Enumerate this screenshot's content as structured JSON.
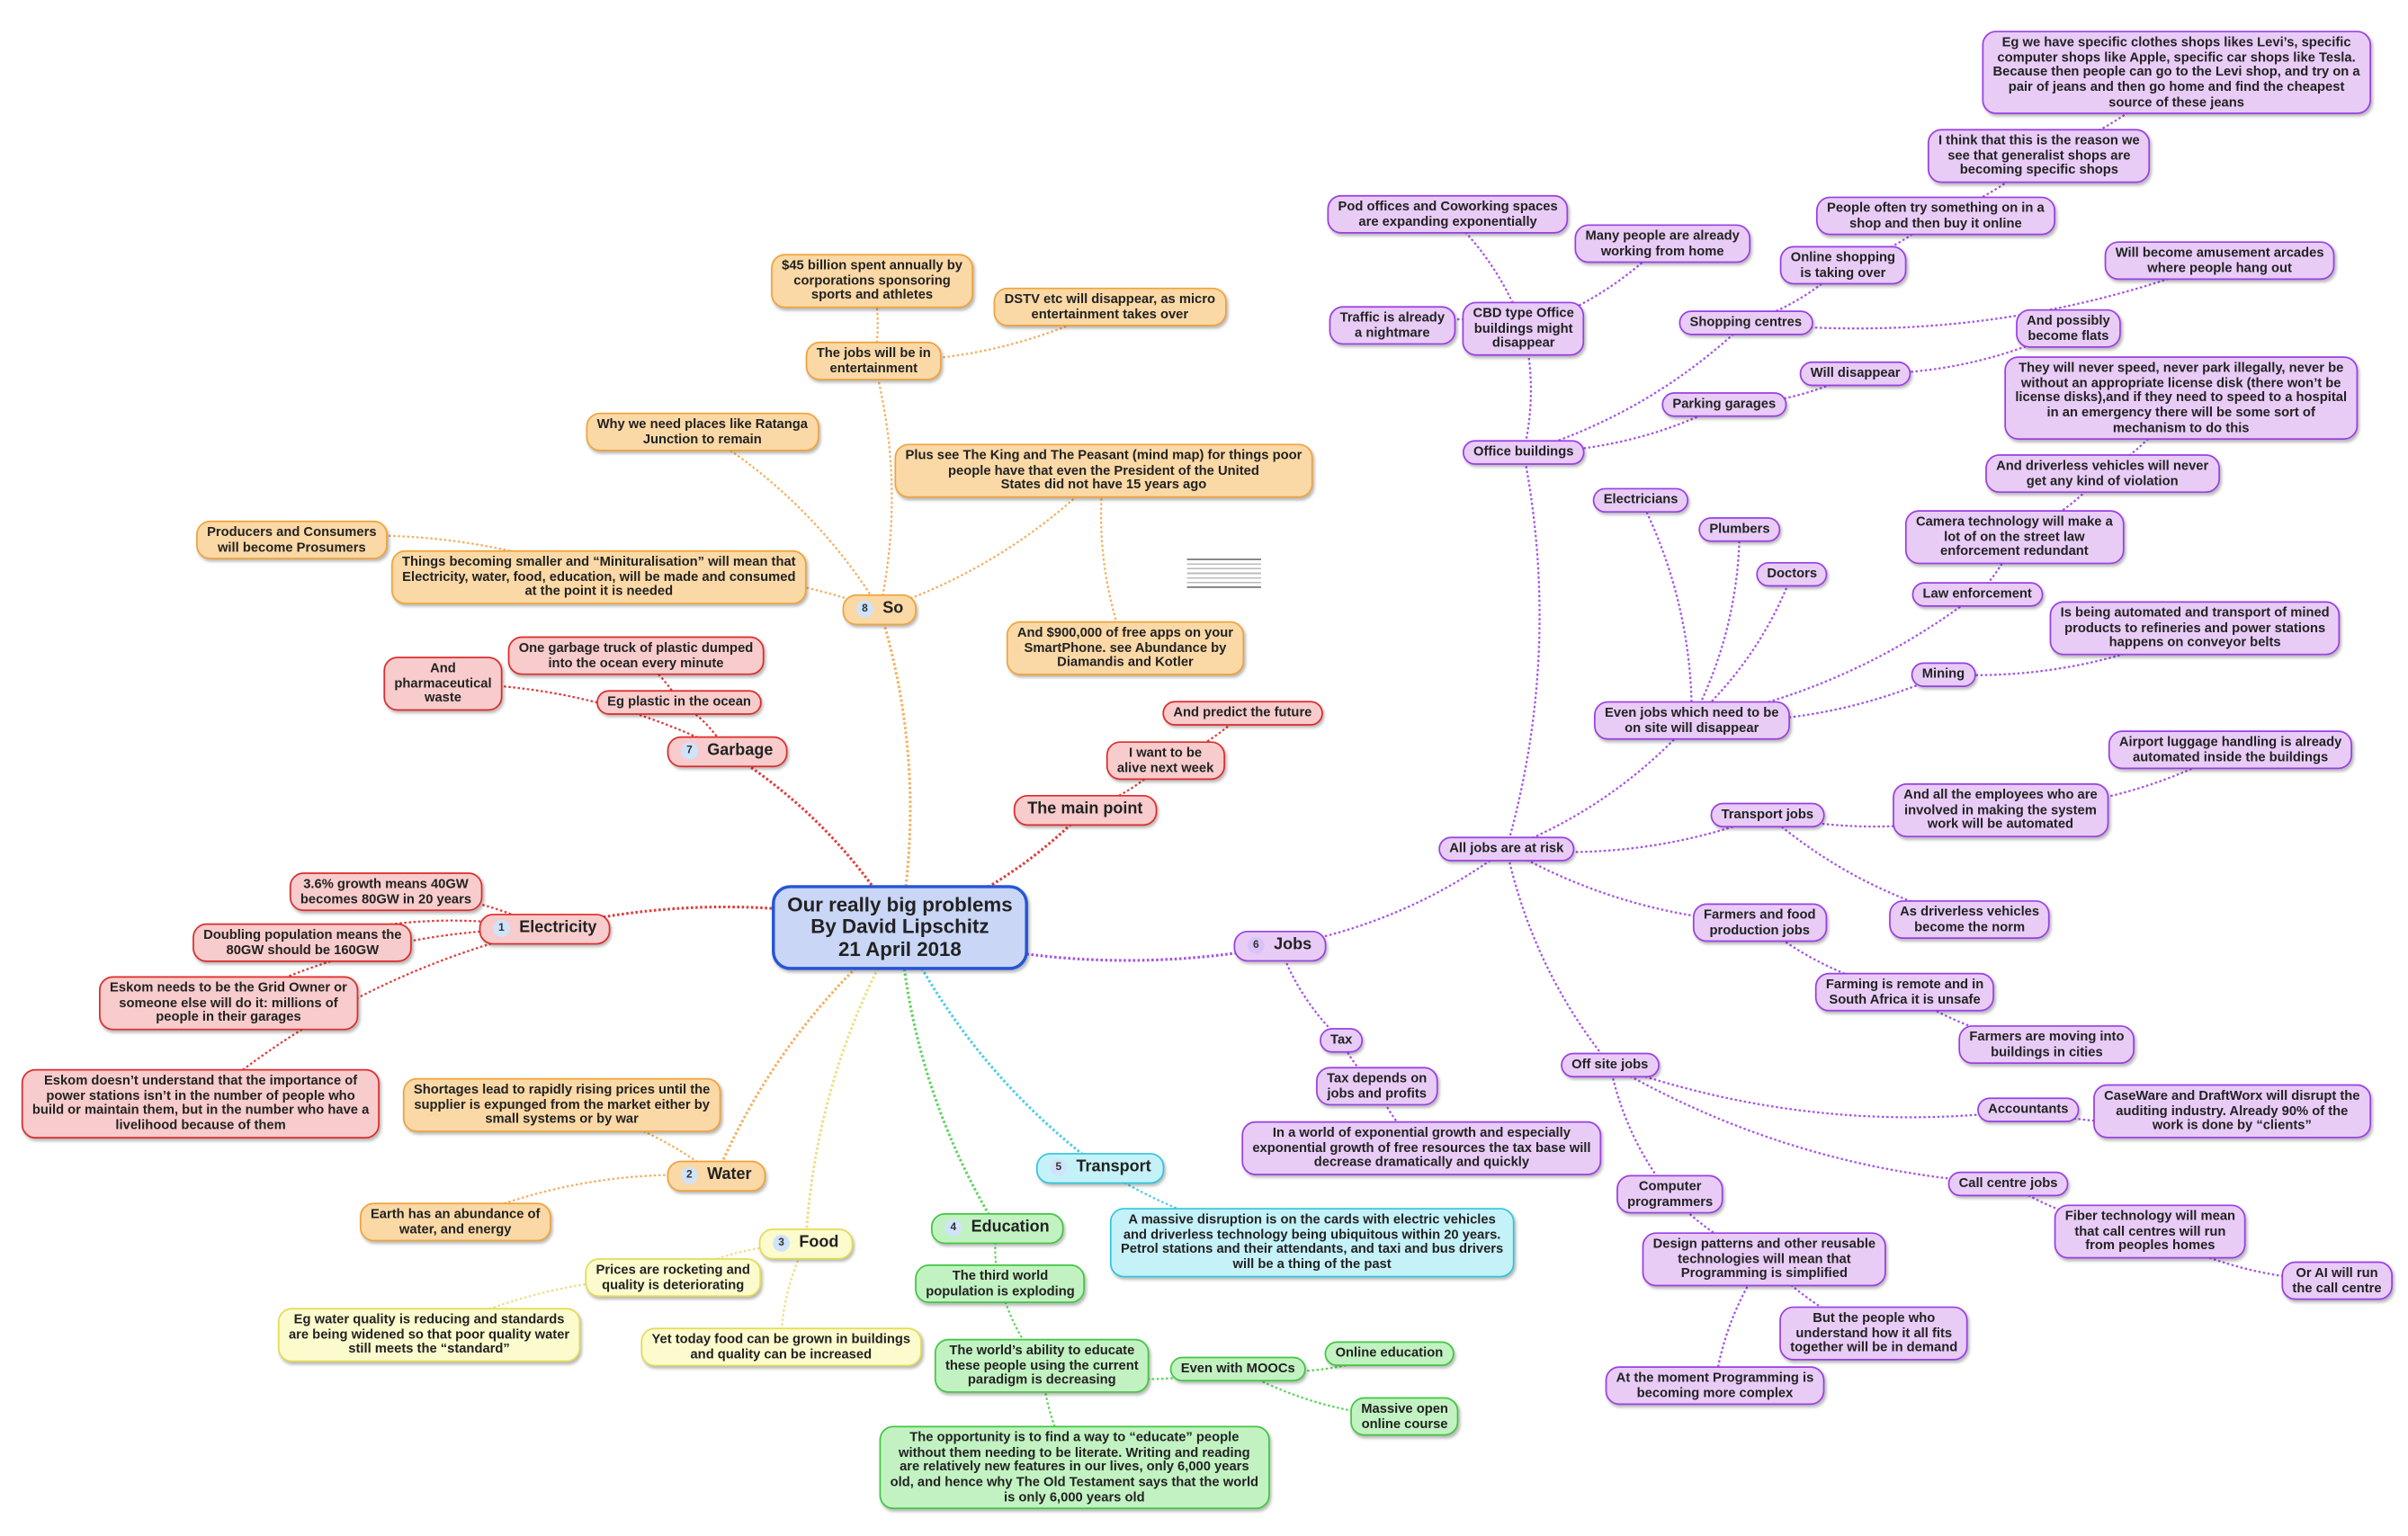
{
  "colors": {
    "purple": {
      "fill": "#e8ccf6",
      "stroke": "#9b3ee6",
      "line": "#a552e8"
    },
    "red": {
      "fill": "#f8cccc",
      "stroke": "#df2a2a",
      "line": "#e23a3a"
    },
    "orange": {
      "fill": "#fbd9a6",
      "stroke": "#f0a33b",
      "line": "#f2b060"
    },
    "yellow": {
      "fill": "#fcfbcd",
      "stroke": "#e3dc55",
      "line": "#ecdf86"
    },
    "green": {
      "fill": "#c2f2c2",
      "stroke": "#43c643",
      "line": "#5ed35e"
    },
    "cyan": {
      "fill": "#c5f2f8",
      "stroke": "#2ec6df",
      "line": "#48cee6"
    },
    "center": {
      "fill": "#c9d6f6",
      "stroke": "#2455d6"
    }
  },
  "nodes": [
    {
      "id": "center",
      "text": "Our really big problems\nBy David Lipschitz\n21 April 2018",
      "color": "center",
      "type": "center"
    },
    {
      "id": "jobs",
      "text": "Jobs",
      "color": "purple",
      "type": "main",
      "num": "6",
      "parent": "center"
    },
    {
      "id": "all_jobs",
      "text": "All jobs are at risk",
      "color": "purple",
      "parent": "jobs"
    },
    {
      "id": "office",
      "text": "Office buildings",
      "color": "purple",
      "parent": "all_jobs"
    },
    {
      "id": "cbd",
      "text": "CBD type Office\nbuildings might\ndisappear",
      "color": "purple",
      "parent": "office"
    },
    {
      "id": "pod",
      "text": "Pod offices and Coworking spaces\nare expanding exponentially",
      "color": "purple",
      "parent": "cbd"
    },
    {
      "id": "traffic",
      "text": "Traffic is already\na nightmare",
      "color": "purple",
      "parent": "cbd"
    },
    {
      "id": "homework",
      "text": "Many people are already\nworking from home",
      "color": "purple",
      "parent": "cbd"
    },
    {
      "id": "shopping",
      "text": "Shopping centres",
      "color": "purple",
      "parent": "office"
    },
    {
      "id": "online_shop",
      "text": "Online shopping\nis taking over",
      "color": "purple",
      "parent": "shopping"
    },
    {
      "id": "try_shop",
      "text": "People often try something on in a\nshop and then buy it online",
      "color": "purple",
      "parent": "online_shop"
    },
    {
      "id": "specific",
      "text": "I think that this is the reason we\nsee that generalist shops are\nbecoming specific shops",
      "color": "purple",
      "parent": "try_shop"
    },
    {
      "id": "levis",
      "text": "Eg we have specific clothes shops likes Levi’s, specific\ncomputer shops like Apple, specific car shops like Tesla.\nBecause then people can go to the Levi shop, and try on a\npair of jeans and then go home and find the cheapest\nsource of these jeans",
      "color": "purple",
      "parent": "specific"
    },
    {
      "id": "arcades",
      "text": "Will become amusement arcades\nwhere people hang out",
      "color": "purple",
      "parent": "shopping"
    },
    {
      "id": "parking",
      "text": "Parking garages",
      "color": "purple",
      "parent": "office"
    },
    {
      "id": "will_dis",
      "text": "Will disappear",
      "color": "purple",
      "parent": "parking"
    },
    {
      "id": "flats",
      "text": "And possibly\nbecome flats",
      "color": "purple",
      "parent": "will_dis"
    },
    {
      "id": "onsite",
      "text": "Even jobs which need to be\non site will disappear",
      "color": "purple",
      "parent": "all_jobs"
    },
    {
      "id": "electricians",
      "text": "Electricians",
      "color": "purple",
      "parent": "onsite"
    },
    {
      "id": "plumbers",
      "text": "Plumbers",
      "color": "purple",
      "parent": "onsite"
    },
    {
      "id": "doctors",
      "text": "Doctors",
      "color": "purple",
      "parent": "onsite"
    },
    {
      "id": "law",
      "text": "Law enforcement",
      "color": "purple",
      "parent": "onsite"
    },
    {
      "id": "camera",
      "text": "Camera technology will make a\nlot of on the street law\nenforcement redundant",
      "color": "purple",
      "parent": "law"
    },
    {
      "id": "driverless_v",
      "text": "And driverless vehicles will never\nget any kind of violation",
      "color": "purple",
      "parent": "camera"
    },
    {
      "id": "never_speed",
      "text": "They will never speed, never park illegally, never be\nwithout an appropriate license disk (there won’t be\nlicense disks),and if they need to speed to a hospital\nin an emergency there will be some sort of\nmechanism to do this",
      "color": "purple",
      "parent": "driverless_v"
    },
    {
      "id": "mining",
      "text": "Mining",
      "color": "purple",
      "parent": "onsite"
    },
    {
      "id": "mined",
      "text": "Is being automated and transport of mined\nproducts to refineries and power stations\nhappens on conveyor belts",
      "color": "purple",
      "parent": "mining"
    },
    {
      "id": "transport_jobs",
      "text": "Transport jobs",
      "color": "purple",
      "parent": "all_jobs"
    },
    {
      "id": "employees",
      "text": "And all the employees who are\ninvolved in making the system\nwork will be automated",
      "color": "purple",
      "parent": "transport_jobs"
    },
    {
      "id": "luggage",
      "text": "Airport luggage handling is already\nautomated inside the buildings",
      "color": "purple",
      "parent": "employees"
    },
    {
      "id": "norm",
      "text": "As driverless vehicles\nbecome the norm",
      "color": "purple",
      "parent": "transport_jobs"
    },
    {
      "id": "farmers",
      "text": "Farmers and food\nproduction jobs",
      "color": "purple",
      "parent": "all_jobs"
    },
    {
      "id": "farming_remote",
      "text": "Farming is remote and in\nSouth Africa it is unsafe",
      "color": "purple",
      "parent": "farmers"
    },
    {
      "id": "farmers_move",
      "text": "Farmers are moving into\nbuildings in cities",
      "color": "purple",
      "parent": "farming_remote"
    },
    {
      "id": "offsite",
      "text": "Off site jobs",
      "color": "purple",
      "parent": "all_jobs"
    },
    {
      "id": "accountants",
      "text": "Accountants",
      "color": "purple",
      "parent": "offsite"
    },
    {
      "id": "caseware",
      "text": "CaseWare and DraftWorx will disrupt the\nauditing industry. Already 90% of the\nwork is done by “clients”",
      "color": "purple",
      "parent": "accountants"
    },
    {
      "id": "callcentre",
      "text": "Call centre jobs",
      "color": "purple",
      "parent": "offsite"
    },
    {
      "id": "fiber",
      "text": "Fiber technology will mean\nthat call centres will run\nfrom peoples homes",
      "color": "purple",
      "parent": "callcentre"
    },
    {
      "id": "ai",
      "text": "Or AI will run\nthe call centre",
      "color": "purple",
      "parent": "fiber"
    },
    {
      "id": "programmers",
      "text": "Computer\nprogrammers",
      "color": "purple",
      "parent": "offsite"
    },
    {
      "id": "patterns",
      "text": "Design patterns and other reusable\ntechnologies will mean that\nProgramming is simplified",
      "color": "purple",
      "parent": "programmers"
    },
    {
      "id": "understand",
      "text": "But the people who\nunderstand how it all fits\ntogether will be in demand",
      "color": "purple",
      "parent": "patterns"
    },
    {
      "id": "complex",
      "text": "At the moment Programming is\nbecoming more complex",
      "color": "purple",
      "parent": "patterns"
    },
    {
      "id": "tax",
      "text": "Tax",
      "color": "purple",
      "parent": "jobs"
    },
    {
      "id": "tax_dep",
      "text": "Tax depends on\njobs and profits",
      "color": "purple",
      "parent": "tax"
    },
    {
      "id": "tax_world",
      "text": "In a world of exponential growth and especially\nexponential growth of free resources the tax base will\ndecrease dramatically and quickly",
      "color": "purple",
      "parent": "tax_dep"
    },
    {
      "id": "mainpoint",
      "text": "The main point",
      "color": "red",
      "type": "main",
      "parent": "center"
    },
    {
      "id": "alive",
      "text": "I want to be\nalive next week",
      "color": "red",
      "parent": "mainpoint"
    },
    {
      "id": "predict",
      "text": "And predict the future",
      "color": "red",
      "parent": "alive"
    },
    {
      "id": "garbage",
      "text": "Garbage",
      "color": "red",
      "type": "main",
      "num": "7",
      "parent": "center"
    },
    {
      "id": "plastic",
      "text": "Eg plastic in the ocean",
      "color": "red",
      "parent": "garbage"
    },
    {
      "id": "truck",
      "text": "One garbage truck of plastic dumped\ninto the ocean every minute",
      "color": "red",
      "parent": "plastic"
    },
    {
      "id": "pharma",
      "text": "And\npharmaceutical\nwaste",
      "color": "red",
      "parent": "garbage"
    },
    {
      "id": "electricity",
      "text": "Electricity",
      "color": "red",
      "type": "main",
      "num": "1",
      "parent": "center"
    },
    {
      "id": "growth",
      "text": "3.6% growth means 40GW\nbecomes 80GW in 20 years",
      "color": "red",
      "parent": "electricity"
    },
    {
      "id": "doubling",
      "text": "Doubling population means the\n80GW should be 160GW",
      "color": "red",
      "parent": "electricity"
    },
    {
      "id": "eskom_owner",
      "text": "Eskom needs to be the Grid Owner or\nsomeone else will do it: millions of\npeople in their garages",
      "color": "red",
      "parent": "electricity"
    },
    {
      "id": "eskom_understand",
      "text": "Eskom doesn’t understand that the importance of\npower stations isn’t in the number of people who\nbuild or maintain them, but in the number who have a\nlivelihood because of them",
      "color": "red",
      "parent": "electricity"
    },
    {
      "id": "so",
      "text": "So",
      "color": "orange",
      "type": "main",
      "num": "8",
      "parent": "center"
    },
    {
      "id": "ent",
      "text": "The jobs will be in\nentertainment",
      "color": "orange",
      "parent": "so"
    },
    {
      "id": "billion",
      "text": "$45 billion spent annually by\ncorporations sponsoring\nsports and athletes",
      "color": "orange",
      "parent": "ent"
    },
    {
      "id": "dstv",
      "text": "DSTV etc will disappear, as micro\nentertainment takes over",
      "color": "orange",
      "parent": "ent"
    },
    {
      "id": "ratanga",
      "text": "Why we need places like Ratanga\nJunction to remain",
      "color": "orange",
      "parent": "so"
    },
    {
      "id": "king",
      "text": "Plus see The King and The Peasant (mind map) for things poor\npeople have that even the President of the United\nStates did not have 15 years ago",
      "color": "orange",
      "parent": "so"
    },
    {
      "id": "apps",
      "text": "And $900,000 of free apps on your\nSmartPhone. see Abundance by\nDiamandis and Kotler",
      "color": "orange",
      "parent": "king"
    },
    {
      "id": "mini",
      "text": "Things becoming smaller and “Minituralisation” will mean that\nElectricity, water, food, education, will be made and consumed\nat the point it is needed",
      "color": "orange",
      "parent": "so"
    },
    {
      "id": "prosumers",
      "text": "Producers and Consumers\nwill become Prosumers",
      "color": "orange",
      "parent": "mini"
    },
    {
      "id": "water",
      "text": "Water",
      "color": "orange",
      "type": "main",
      "num": "2",
      "parent": "center"
    },
    {
      "id": "shortages",
      "text": "Shortages lead to rapidly rising prices until the\nsupplier is expunged from the market either by\nsmall systems or by war",
      "color": "orange",
      "parent": "water"
    },
    {
      "id": "earth",
      "text": "Earth has an abundance of\nwater, and energy",
      "color": "orange",
      "parent": "water"
    },
    {
      "id": "food",
      "text": "Food",
      "color": "yellow",
      "type": "main",
      "num": "3",
      "parent": "center"
    },
    {
      "id": "prices",
      "text": "Prices are rocketing and\nquality is deteriorating",
      "color": "yellow",
      "parent": "food"
    },
    {
      "id": "wq",
      "text": "Eg water quality is reducing and standards\nare being widened so that poor quality water\nstill meets the “standard”",
      "color": "yellow",
      "parent": "prices"
    },
    {
      "id": "grown",
      "text": "Yet today food can be grown in buildings\nand quality can be increased",
      "color": "yellow",
      "parent": "food"
    },
    {
      "id": "education",
      "text": "Education",
      "color": "green",
      "type": "main",
      "num": "4",
      "parent": "center"
    },
    {
      "id": "third",
      "text": "The third world\npopulation is exploding",
      "color": "green",
      "parent": "education"
    },
    {
      "id": "ability",
      "text": "The world’s ability to educate\nthese people using the current\nparadigm is decreasing",
      "color": "green",
      "parent": "third"
    },
    {
      "id": "moocs",
      "text": "Even with MOOCs",
      "color": "green",
      "parent": "ability"
    },
    {
      "id": "online_ed",
      "text": "Online education",
      "color": "green",
      "parent": "moocs"
    },
    {
      "id": "massive",
      "text": "Massive open\nonline course",
      "color": "green",
      "parent": "moocs"
    },
    {
      "id": "opportunity",
      "text": "The opportunity is to find a way to “educate” people\nwithout them needing to be literate. Writing and reading\nare relatively new features in our lives, only 6,000 years\nold, and hence why The Old Testament says that the world\nis only 6,000 years old",
      "color": "green",
      "parent": "ability"
    },
    {
      "id": "transport",
      "text": "Transport",
      "color": "cyan",
      "type": "main",
      "num": "5",
      "parent": "center"
    },
    {
      "id": "disruption",
      "text": "A massive disruption is on the cards with electric vehicles\nand driverless technology being ubiquitous within 20 years.\nPetrol stations and their attendants, and taxi and bus drivers\nwill be a thing of the past",
      "color": "cyan",
      "parent": "transport"
    }
  ]
}
